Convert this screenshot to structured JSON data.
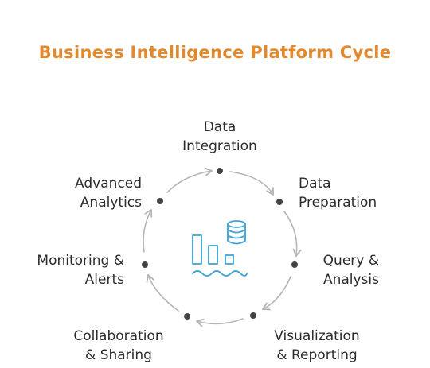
{
  "title": "Business Intelligence Platform Cycle",
  "stages": [
    {
      "line1": "Data",
      "line2": "Integration"
    },
    {
      "line1": "Data",
      "line2": "Preparation"
    },
    {
      "line1": "Query &",
      "line2": "Analysis"
    },
    {
      "line1": "Visualization",
      "line2": "& Reporting"
    },
    {
      "line1": "Collaboration",
      "line2": "& Sharing"
    },
    {
      "line1": "Monitoring &",
      "line2": "Alerts"
    },
    {
      "line1": "Advanced",
      "line2": "Analytics"
    }
  ],
  "colors": {
    "title": "#e0892e",
    "ring": "#b5b5b5",
    "node": "#444444",
    "icon": "#3aa3d8"
  },
  "icons": {
    "center": "bar-chart-database-icon"
  }
}
